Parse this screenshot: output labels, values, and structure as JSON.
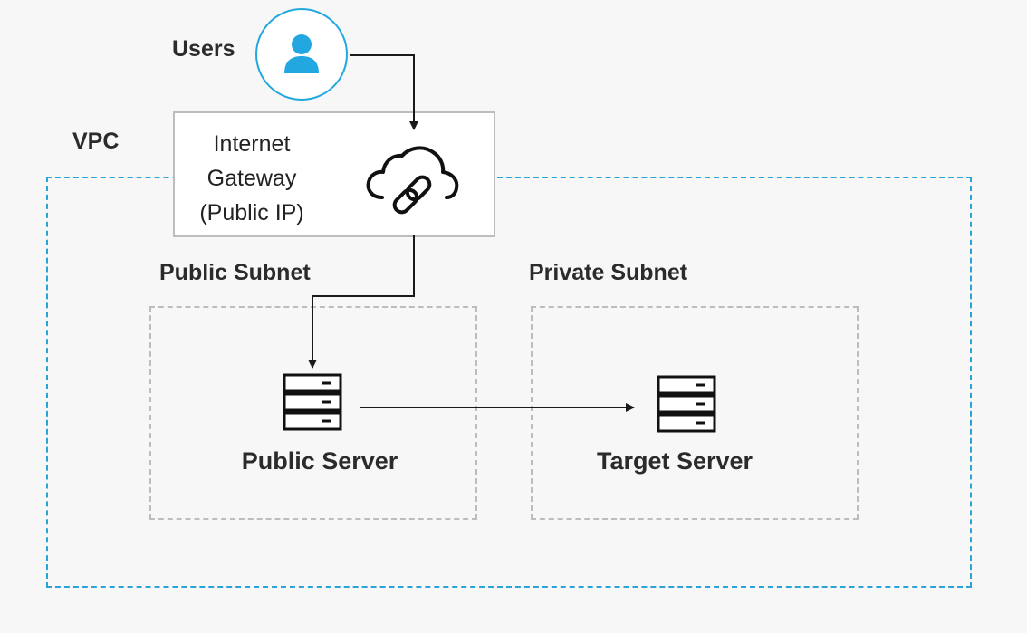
{
  "users": {
    "label": "Users",
    "icon": "user-icon"
  },
  "vpc": {
    "label": "VPC"
  },
  "gateway": {
    "lines": [
      "Internet",
      "Gateway",
      "(Public IP)"
    ],
    "icon": "cloud-link-icon"
  },
  "public_subnet": {
    "label": "Public Subnet",
    "server": {
      "label": "Public Server",
      "icon": "server-icon"
    }
  },
  "private_subnet": {
    "label": "Private Subnet",
    "server": {
      "label": "Target Server",
      "icon": "server-icon"
    }
  },
  "colors": {
    "vpc_border": "#2aa3d8",
    "user_icon": "#22a7e0",
    "subnet_border": "#bdbdbd",
    "arrow": "#1a1a1a"
  }
}
